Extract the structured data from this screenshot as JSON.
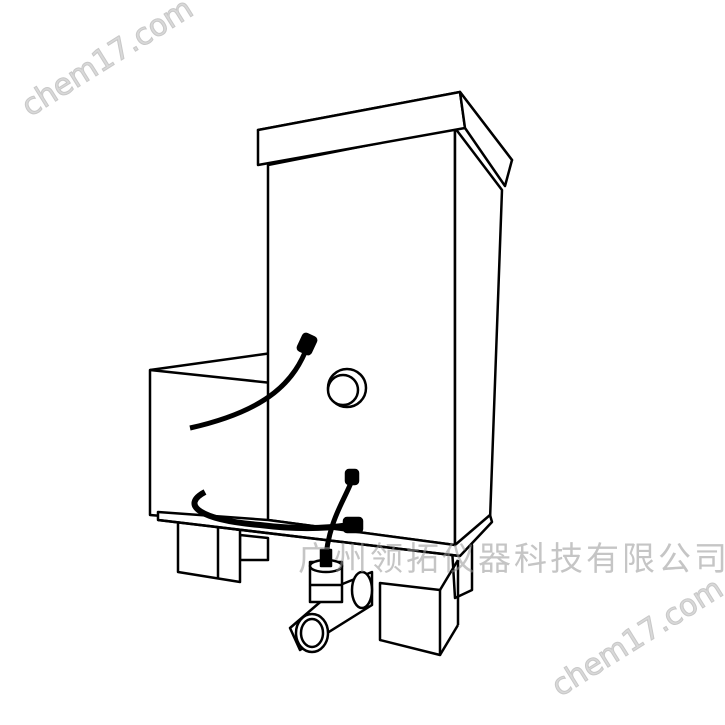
{
  "watermarks": {
    "site_top": "chem17.com",
    "site_bottom": "chem17.com",
    "company": "广州领拓仪器科技有限公司"
  },
  "colors": {
    "line": "#000000",
    "background": "#ffffff"
  }
}
